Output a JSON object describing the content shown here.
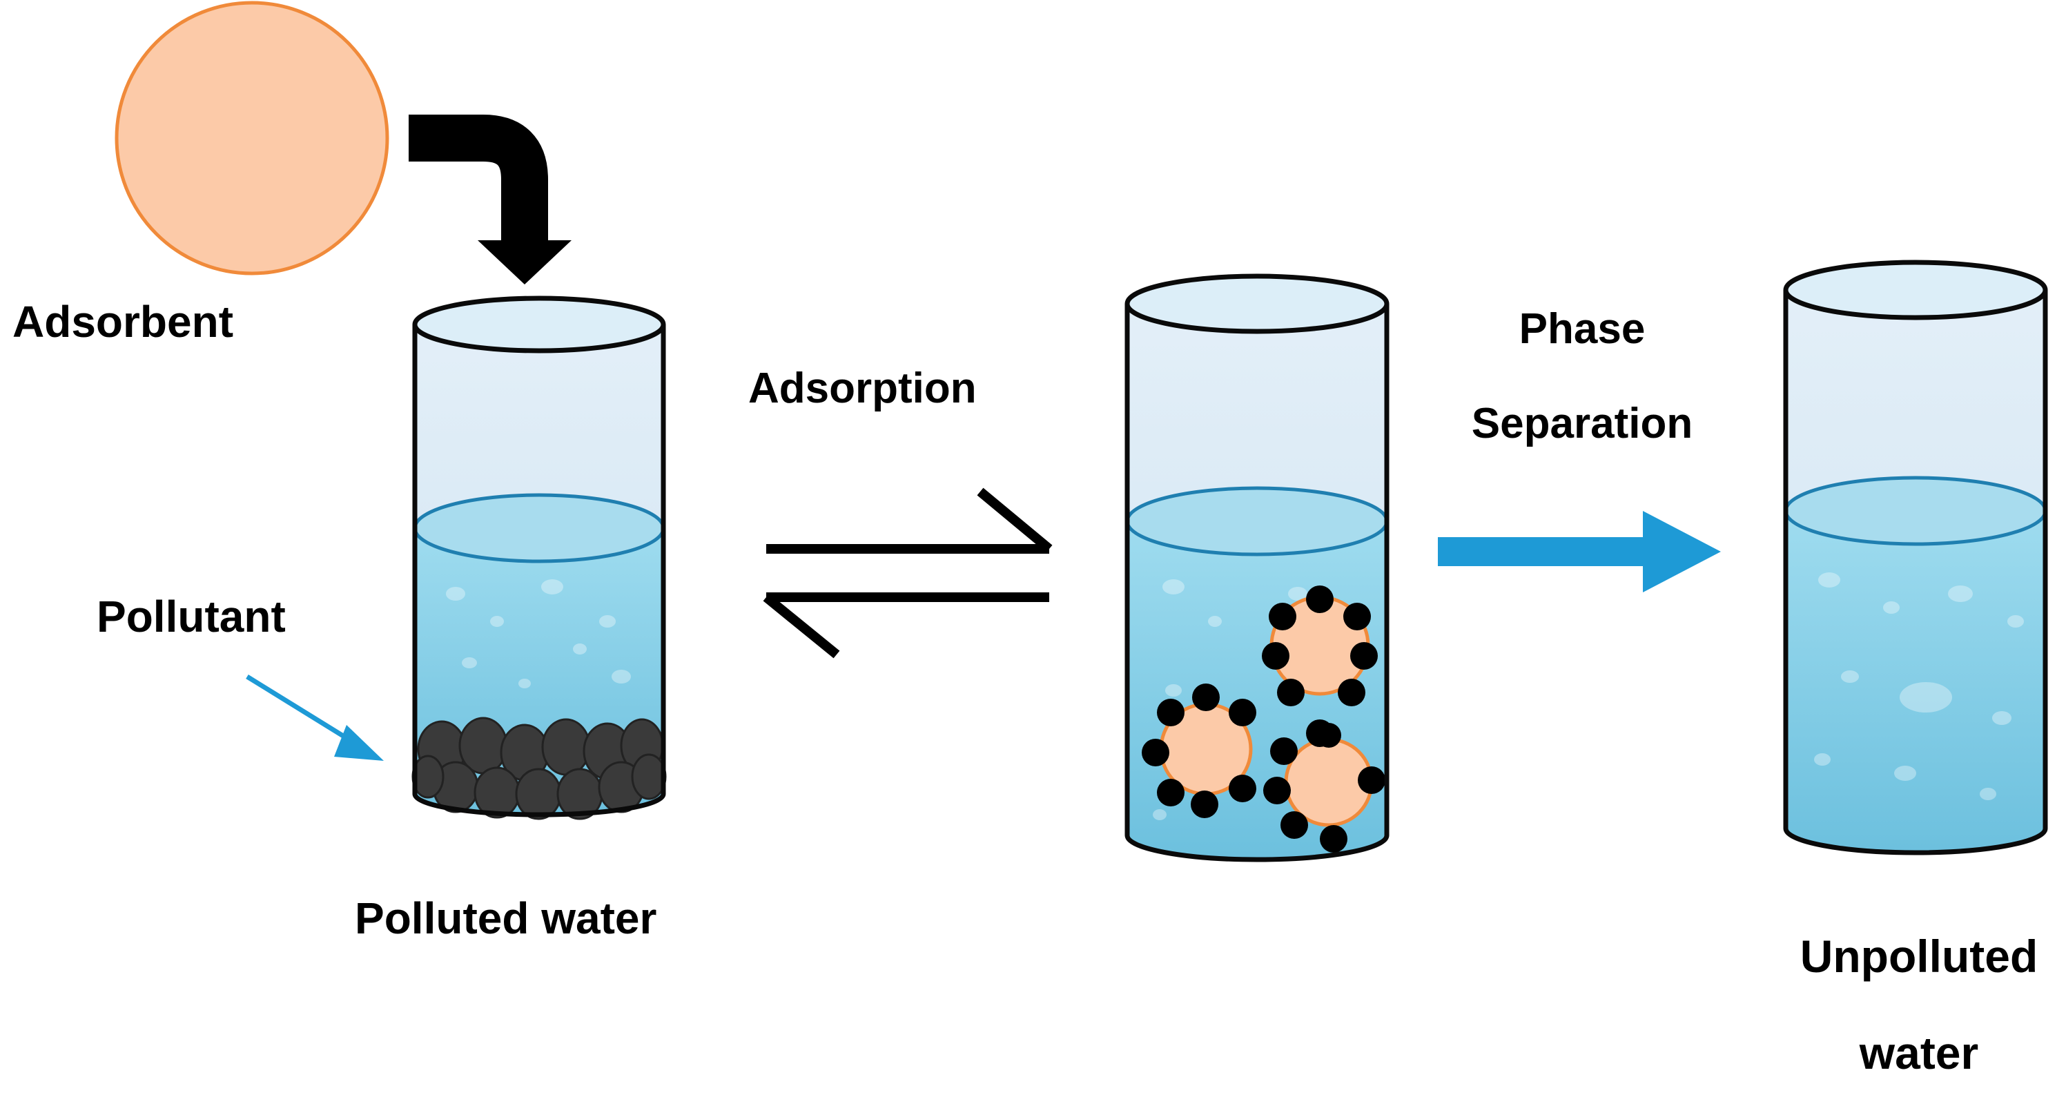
{
  "labels": {
    "adsorbent": "Adsorbent",
    "pollutant": "Pollutant",
    "polluted_water": "Polluted water",
    "adsorption": "Adsorption",
    "phase_line1": "Phase",
    "phase_line2": "Separation",
    "unpolluted_line1": "Unpolluted",
    "unpolluted_line2": "water"
  },
  "colors": {
    "adsorbent_fill": "#fccaa8",
    "adsorbent_stroke": "#f08a3a",
    "water": "#8fd3ea",
    "water_deep": "#5fb8d8",
    "glass": "#d6e8f4",
    "outline": "#0a0a0a",
    "blue_arrow": "#1e9ad6",
    "pollutant_dark": "#3a3a3a"
  },
  "icons": {
    "feed_arrow": "curved-down-arrow-icon",
    "equilibrium": "equilibrium-arrows-icon",
    "separation_arrow": "right-arrow-icon",
    "pointer_arrow": "pointer-arrow-icon"
  }
}
